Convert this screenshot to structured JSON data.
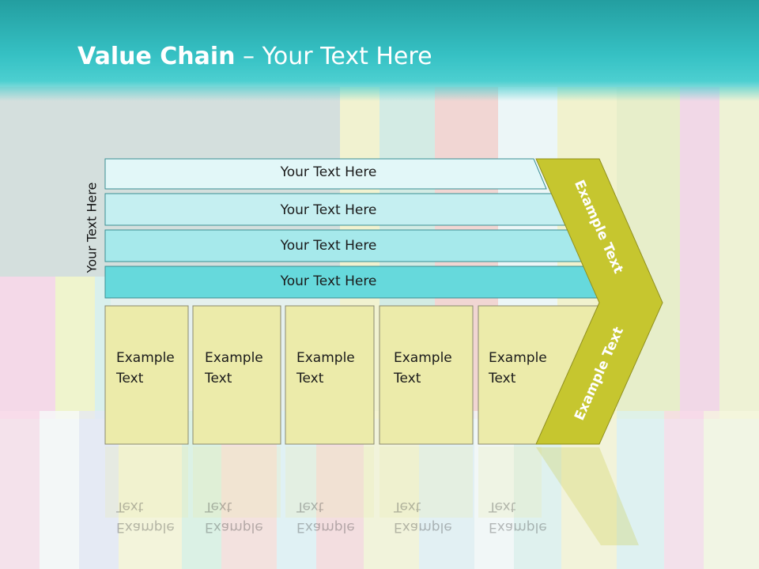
{
  "title": {
    "bold": "Value Chain",
    "rest": " – Your Text Here"
  },
  "side_label": "Your Text Here",
  "bands": [
    "Your Text Here",
    "Your Text Here",
    "Your Text Here",
    "Your Text Here"
  ],
  "boxes": [
    {
      "line1": "Example",
      "line2": "Text"
    },
    {
      "line1": "Example",
      "line2": "Text"
    },
    {
      "line1": "Example",
      "line2": "Text"
    },
    {
      "line1": "Example",
      "line2": "Text"
    },
    {
      "line1": "Example",
      "line2": "Text"
    }
  ],
  "chevron": {
    "upper": "Example Text",
    "lower": "Example Text"
  },
  "colors": {
    "header": "#2fb6b9",
    "band_colors": [
      "#e2f7f8",
      "#c5eff1",
      "#a6e9eb",
      "#66d9dc"
    ],
    "box_fill": "#ecebaa",
    "chevron_fill": "#c6c62f"
  }
}
